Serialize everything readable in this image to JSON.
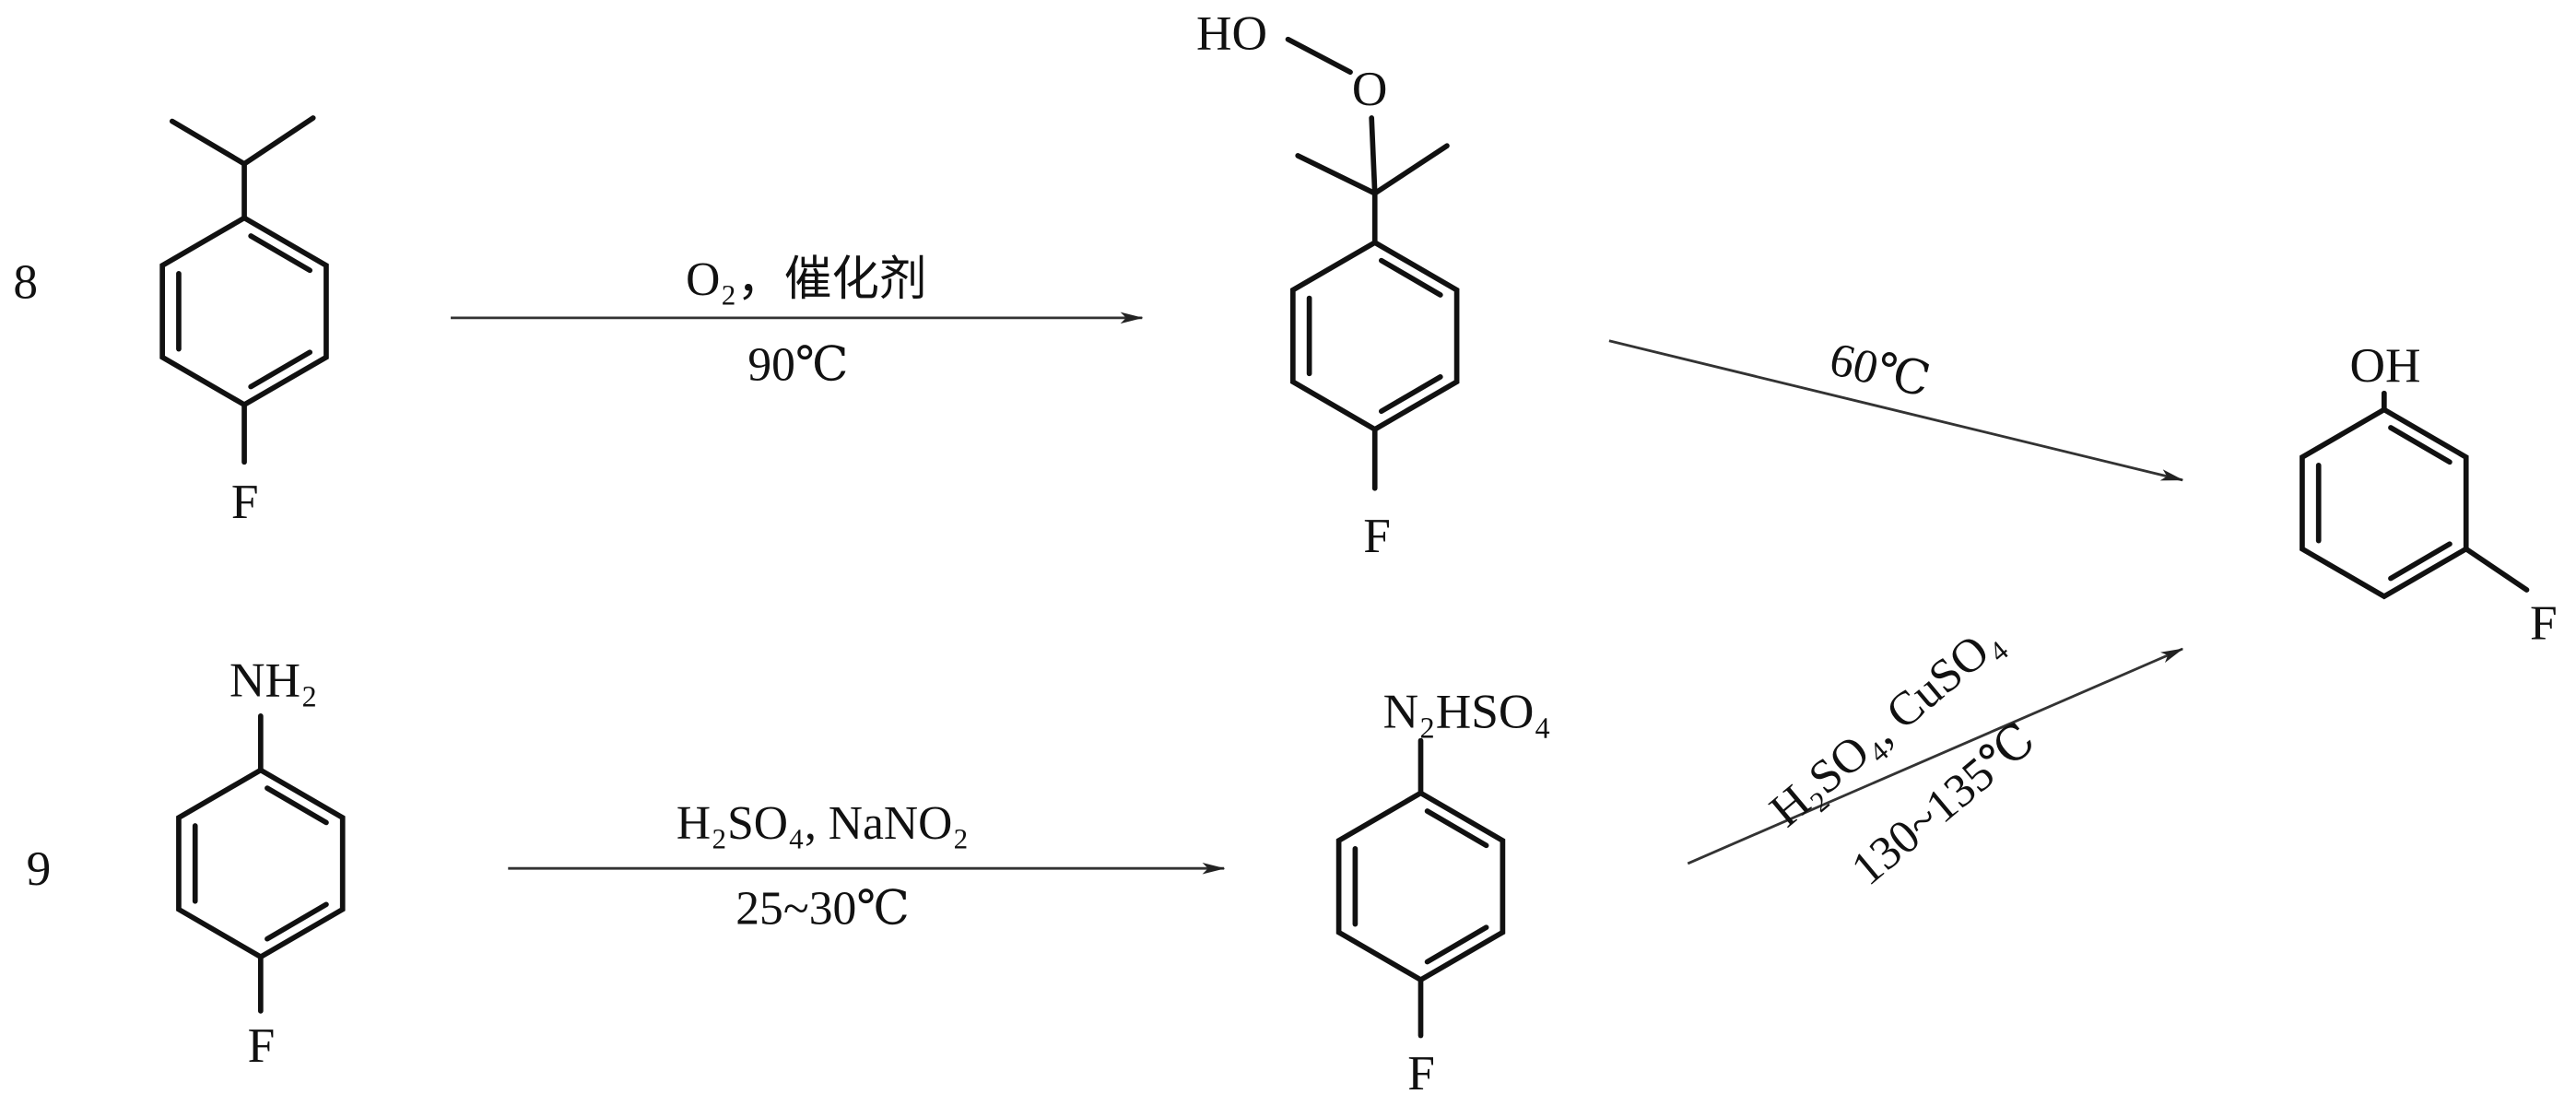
{
  "compound_labels": {
    "route8": "8",
    "route9": "9"
  },
  "atoms": {
    "f": "F",
    "ho": "HO",
    "o": "O",
    "oh": "OH",
    "nh2": "NH₂",
    "n2hso4": "N₂HSO₄"
  },
  "reactions": {
    "r1": {
      "above": "O₂，催化剂",
      "below": "90℃"
    },
    "r2": {
      "above": "60℃"
    },
    "r3": {
      "above": "H₂SO₄, NaNO₂",
      "below": "25~30℃"
    },
    "r4": {
      "above": "H₂SO₄, CuSO₄",
      "below": "130~135℃"
    }
  }
}
